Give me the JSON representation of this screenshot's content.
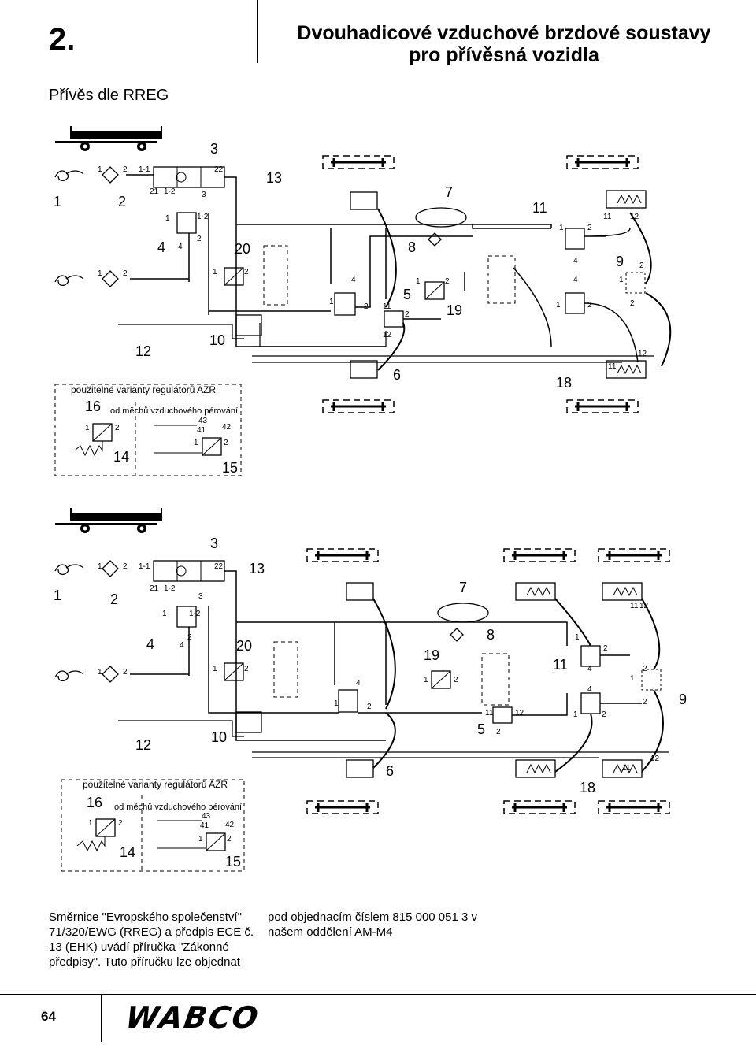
{
  "header": {
    "chapter_number": "2.",
    "title_line1": "Dvouhadicové vzduchové brzdové soustavy",
    "title_line2": "pro přívěsná vozidla"
  },
  "section": {
    "title": "Přívěs dle RREG"
  },
  "diagram_top": {
    "azr_box_title": "použitelné varianty regulátorů AZR",
    "azr_note": "od měchů vzduchového pérování",
    "component_numbers": [
      "1",
      "2",
      "3",
      "4",
      "5",
      "6",
      "7",
      "8",
      "9",
      "10",
      "11",
      "12",
      "13",
      "14",
      "15",
      "16",
      "18",
      "19",
      "20"
    ],
    "labels": {
      "n1": "1",
      "n2": "2",
      "n3": "3",
      "n4": "4",
      "n5": "5",
      "n6": "6",
      "n7": "7",
      "n8": "8",
      "n9": "9",
      "n10": "10",
      "n11": "11",
      "n12": "12",
      "n13": "13",
      "n14": "14",
      "n15": "15",
      "n16": "16",
      "n18": "18",
      "n19": "19",
      "n20": "20",
      "p11": "1-1",
      "p12": "1-2",
      "p21": "21",
      "p22": "22",
      "p41": "41",
      "p42": "42",
      "p43": "43"
    }
  },
  "diagram_bottom": {
    "azr_box_title": "použitelné varianty regulátorů AZR",
    "azr_note": "od měchů vzduchového pérování"
  },
  "notes": {
    "left": "Směrnice \"Evropského společenství\" 71/320/EWG (RREG) a předpis ECE č. 13 (EHK) uvádí příručka \"Zákonné předpisy\". Tuto příručku lze objednat",
    "right": "pod objednacím číslem 815 000 051 3 v našem oddělení AM-M4"
  },
  "footer": {
    "page_number": "64",
    "logo": "WABCO"
  }
}
